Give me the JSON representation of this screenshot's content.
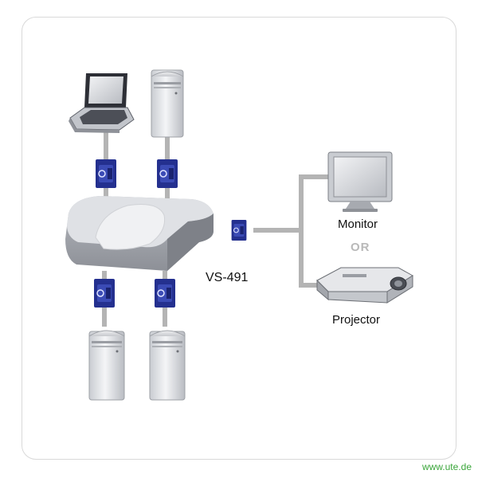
{
  "labels": {
    "device": "VS-491",
    "monitor": "Monitor",
    "or": "OR",
    "projector": "Projector"
  },
  "watermark": "www.ute.de",
  "colors": {
    "cable": "#b4b4b4",
    "connector": "#24308f",
    "device_body": "#9a9da4",
    "device_top": "#dfe1e5",
    "watermark": "#3aa63a"
  },
  "icons": {
    "inputs_top": [
      "laptop-icon",
      "tower-pc-icon"
    ],
    "inputs_bottom": [
      "tower-pc-icon",
      "tower-pc-icon"
    ],
    "outputs": [
      "monitor-icon",
      "projector-icon"
    ]
  }
}
